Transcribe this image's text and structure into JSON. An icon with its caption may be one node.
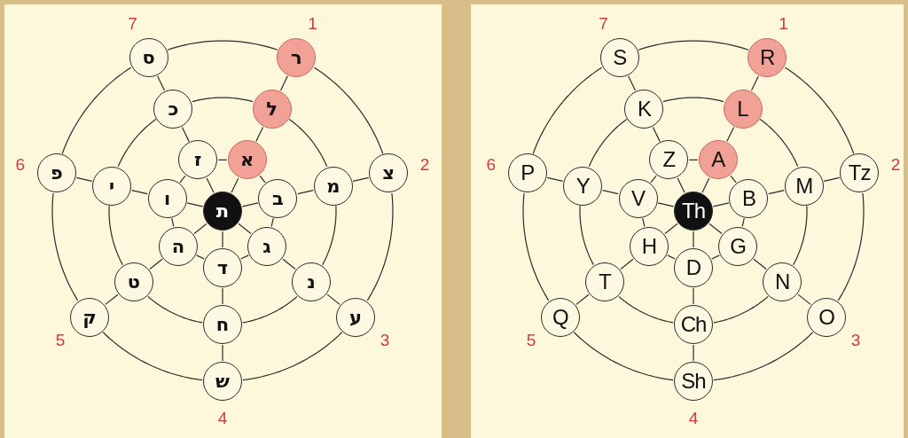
{
  "diagram": {
    "nodes": [
      {
        "text": [
          "ת"
        ]
      },
      {
        "text": [
          "א"
        ]
      },
      {
        "text": [
          "ל"
        ]
      },
      {
        "text": [
          "ר"
        ],
        "beside": [
          "1"
        ]
      },
      {
        "text": [
          "ב"
        ]
      },
      {
        "text": [
          "מ"
        ]
      },
      {
        "text": [
          "צ"
        ],
        "beside": [
          "2"
        ]
      },
      {
        "text": [
          "ג"
        ]
      },
      {
        "text": [
          "נ"
        ]
      },
      {
        "text": [
          "ע"
        ],
        "beside": [
          "3"
        ]
      },
      {
        "text": [
          "ד"
        ]
      },
      {
        "text": [
          "ח"
        ]
      },
      {
        "text": [
          "ש"
        ],
        "beside": [
          "4"
        ]
      },
      {
        "text": [
          "ה"
        ]
      },
      {
        "text": [
          "ט"
        ]
      },
      {
        "text": [
          "ק"
        ],
        "beside": [
          "5"
        ]
      },
      {
        "text": [
          "ו"
        ]
      },
      {
        "text": [
          "י"
        ]
      },
      {
        "text": [
          "פ"
        ],
        "beside": [
          "6"
        ]
      },
      {
        "text": [
          "ז"
        ]
      },
      {
        "text": [
          "כ"
        ]
      },
      {
        "text": [
          "ס"
        ],
        "beside": [
          "7"
        ]
      },
      {
        "text": [
          "Th"
        ]
      },
      {
        "text": [
          "A"
        ]
      },
      {
        "text": [
          "L"
        ]
      },
      {
        "text": [
          "R"
        ],
        "beside": [
          "1"
        ]
      },
      {
        "text": [
          "B"
        ]
      },
      {
        "text": [
          "M"
        ]
      },
      {
        "text": [
          "Tz"
        ],
        "beside": [
          "2"
        ]
      },
      {
        "text": [
          "G"
        ]
      },
      {
        "text": [
          "N"
        ]
      },
      {
        "text": [
          "O"
        ],
        "beside": [
          "3"
        ]
      },
      {
        "text": [
          "D"
        ]
      },
      {
        "text": [
          "Ch"
        ]
      },
      {
        "text": [
          "Sh"
        ],
        "beside": [
          "4"
        ]
      },
      {
        "text": [
          "H"
        ]
      },
      {
        "text": [
          "T"
        ]
      },
      {
        "text": [
          "Q"
        ],
        "beside": [
          "5"
        ]
      },
      {
        "text": [
          "V"
        ]
      },
      {
        "text": [
          "Y"
        ]
      },
      {
        "text": [
          "P"
        ],
        "beside": [
          "6"
        ]
      },
      {
        "text": [
          "Z"
        ]
      },
      {
        "text": [
          "K"
        ]
      },
      {
        "text": [
          "S"
        ],
        "beside": [
          "7"
        ]
      }
    ],
    "edges": [
      {
        "from": 0,
        "to": 1,
        "arrow": "none"
      },
      {
        "from": 1,
        "to": 2,
        "arrow": "none"
      },
      {
        "from": 2,
        "to": 3,
        "arrow": "none"
      },
      {
        "from": 0,
        "to": 4,
        "arrow": "none"
      },
      {
        "from": 4,
        "to": 5,
        "arrow": "none"
      },
      {
        "from": 5,
        "to": 6,
        "arrow": "none"
      },
      {
        "from": 0,
        "to": 7,
        "arrow": "none"
      },
      {
        "from": 7,
        "to": 8,
        "arrow": "none"
      },
      {
        "from": 8,
        "to": 9,
        "arrow": "none"
      },
      {
        "from": 0,
        "to": 10,
        "arrow": "none"
      },
      {
        "from": 10,
        "to": 11,
        "arrow": "none"
      },
      {
        "from": 11,
        "to": 12,
        "arrow": "none"
      },
      {
        "from": 0,
        "to": 13,
        "arrow": "none"
      },
      {
        "from": 13,
        "to": 14,
        "arrow": "none"
      },
      {
        "from": 14,
        "to": 15,
        "arrow": "none"
      },
      {
        "from": 0,
        "to": 16,
        "arrow": "none"
      },
      {
        "from": 16,
        "to": 17,
        "arrow": "none"
      },
      {
        "from": 17,
        "to": 18,
        "arrow": "none"
      },
      {
        "from": 0,
        "to": 19,
        "arrow": "none"
      },
      {
        "from": 19,
        "to": 20,
        "arrow": "none"
      },
      {
        "from": 20,
        "to": 21,
        "arrow": "none"
      },
      {
        "from": 1,
        "to": 4,
        "arrow": "none"
      },
      {
        "from": 4,
        "to": 7,
        "arrow": "none"
      },
      {
        "from": 7,
        "to": 10,
        "arrow": "none"
      },
      {
        "from": 10,
        "to": 13,
        "arrow": "none"
      },
      {
        "from": 13,
        "to": 16,
        "arrow": "none"
      },
      {
        "from": 16,
        "to": 19,
        "arrow": "none"
      },
      {
        "from": 19,
        "to": 1,
        "arrow": "none"
      },
      {
        "from": 2,
        "to": 5,
        "arrow": "none"
      },
      {
        "from": 5,
        "to": 8,
        "arrow": "none"
      },
      {
        "from": 8,
        "to": 11,
        "arrow": "none"
      },
      {
        "from": 11,
        "to": 14,
        "arrow": "none"
      },
      {
        "from": 14,
        "to": 17,
        "arrow": "none"
      },
      {
        "from": 17,
        "to": 20,
        "arrow": "none"
      },
      {
        "from": 20,
        "to": 2,
        "arrow": "none"
      },
      {
        "from": 3,
        "to": 6,
        "arrow": "none"
      },
      {
        "from": 6,
        "to": 9,
        "arrow": "none"
      },
      {
        "from": 9,
        "to": 12,
        "arrow": "none"
      },
      {
        "from": 12,
        "to": 15,
        "arrow": "none"
      },
      {
        "from": 15,
        "to": 18,
        "arrow": "none"
      },
      {
        "from": 18,
        "to": 21,
        "arrow": "none"
      },
      {
        "from": 21,
        "to": 3,
        "arrow": "none"
      },
      {
        "from": 22,
        "to": 23,
        "arrow": "none"
      },
      {
        "from": 23,
        "to": 24,
        "arrow": "none"
      },
      {
        "from": 24,
        "to": 25,
        "arrow": "none"
      },
      {
        "from": 22,
        "to": 26,
        "arrow": "none"
      },
      {
        "from": 26,
        "to": 27,
        "arrow": "none"
      },
      {
        "from": 27,
        "to": 28,
        "arrow": "none"
      },
      {
        "from": 22,
        "to": 29,
        "arrow": "none"
      },
      {
        "from": 29,
        "to": 30,
        "arrow": "none"
      },
      {
        "from": 30,
        "to": 31,
        "arrow": "none"
      },
      {
        "from": 22,
        "to": 32,
        "arrow": "none"
      },
      {
        "from": 32,
        "to": 33,
        "arrow": "none"
      },
      {
        "from": 33,
        "to": 34,
        "arrow": "none"
      },
      {
        "from": 22,
        "to": 35,
        "arrow": "none"
      },
      {
        "from": 35,
        "to": 36,
        "arrow": "none"
      },
      {
        "from": 36,
        "to": 37,
        "arrow": "none"
      },
      {
        "from": 22,
        "to": 38,
        "arrow": "none"
      },
      {
        "from": 38,
        "to": 39,
        "arrow": "none"
      },
      {
        "from": 39,
        "to": 40,
        "arrow": "none"
      },
      {
        "from": 22,
        "to": 41,
        "arrow": "none"
      },
      {
        "from": 41,
        "to": 42,
        "arrow": "none"
      },
      {
        "from": 42,
        "to": 43,
        "arrow": "none"
      },
      {
        "from": 23,
        "to": 26,
        "arrow": "none"
      },
      {
        "from": 26,
        "to": 29,
        "arrow": "none"
      },
      {
        "from": 29,
        "to": 32,
        "arrow": "none"
      },
      {
        "from": 32,
        "to": 35,
        "arrow": "none"
      },
      {
        "from": 35,
        "to": 38,
        "arrow": "none"
      },
      {
        "from": 38,
        "to": 41,
        "arrow": "none"
      },
      {
        "from": 41,
        "to": 23,
        "arrow": "none"
      },
      {
        "from": 24,
        "to": 27,
        "arrow": "none"
      },
      {
        "from": 27,
        "to": 30,
        "arrow": "none"
      },
      {
        "from": 30,
        "to": 33,
        "arrow": "none"
      },
      {
        "from": 33,
        "to": 36,
        "arrow": "none"
      },
      {
        "from": 36,
        "to": 39,
        "arrow": "none"
      },
      {
        "from": 39,
        "to": 42,
        "arrow": "none"
      },
      {
        "from": 42,
        "to": 24,
        "arrow": "none"
      },
      {
        "from": 25,
        "to": 28,
        "arrow": "none"
      },
      {
        "from": 28,
        "to": 31,
        "arrow": "none"
      },
      {
        "from": 31,
        "to": 34,
        "arrow": "none"
      },
      {
        "from": 34,
        "to": 37,
        "arrow": "none"
      },
      {
        "from": 37,
        "to": 40,
        "arrow": "none"
      },
      {
        "from": 40,
        "to": 43,
        "arrow": "none"
      },
      {
        "from": 43,
        "to": 25,
        "arrow": "none"
      }
    ]
  }
}
